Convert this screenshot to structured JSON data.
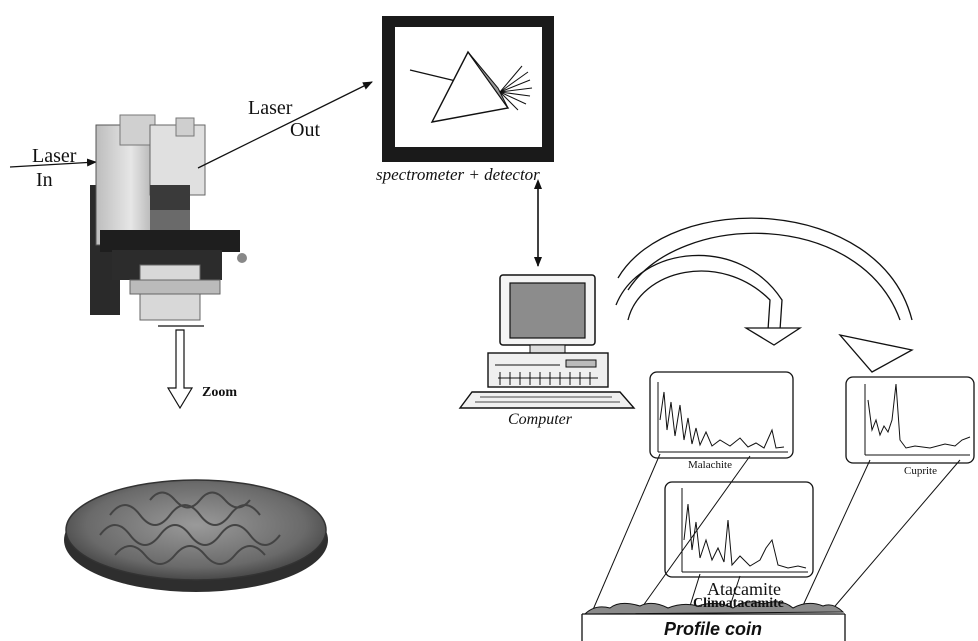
{
  "labels": {
    "laser_in_1": "Laser",
    "laser_in_2": "In",
    "laser_out_1": "Laser",
    "laser_out_2": "Out",
    "spectrometer": "spectrometer + detector",
    "zoom": "Zoom",
    "computer": "Computer",
    "malachite": "Malachite",
    "cuprite": "Cuprite",
    "atacamite": "Atacamite",
    "clinoatacamite": "Clinoatacamite",
    "profile_coin": "Profile coin"
  },
  "icons": {
    "microscope": "microscope-icon",
    "spectrometer": "prism-icon",
    "computer": "desktop-computer-icon",
    "coin": "coin-icon"
  },
  "colors": {
    "ink": "#111111",
    "paper": "#ffffff",
    "screen": "#8c8c8c",
    "frame": "#1a1a1a"
  }
}
